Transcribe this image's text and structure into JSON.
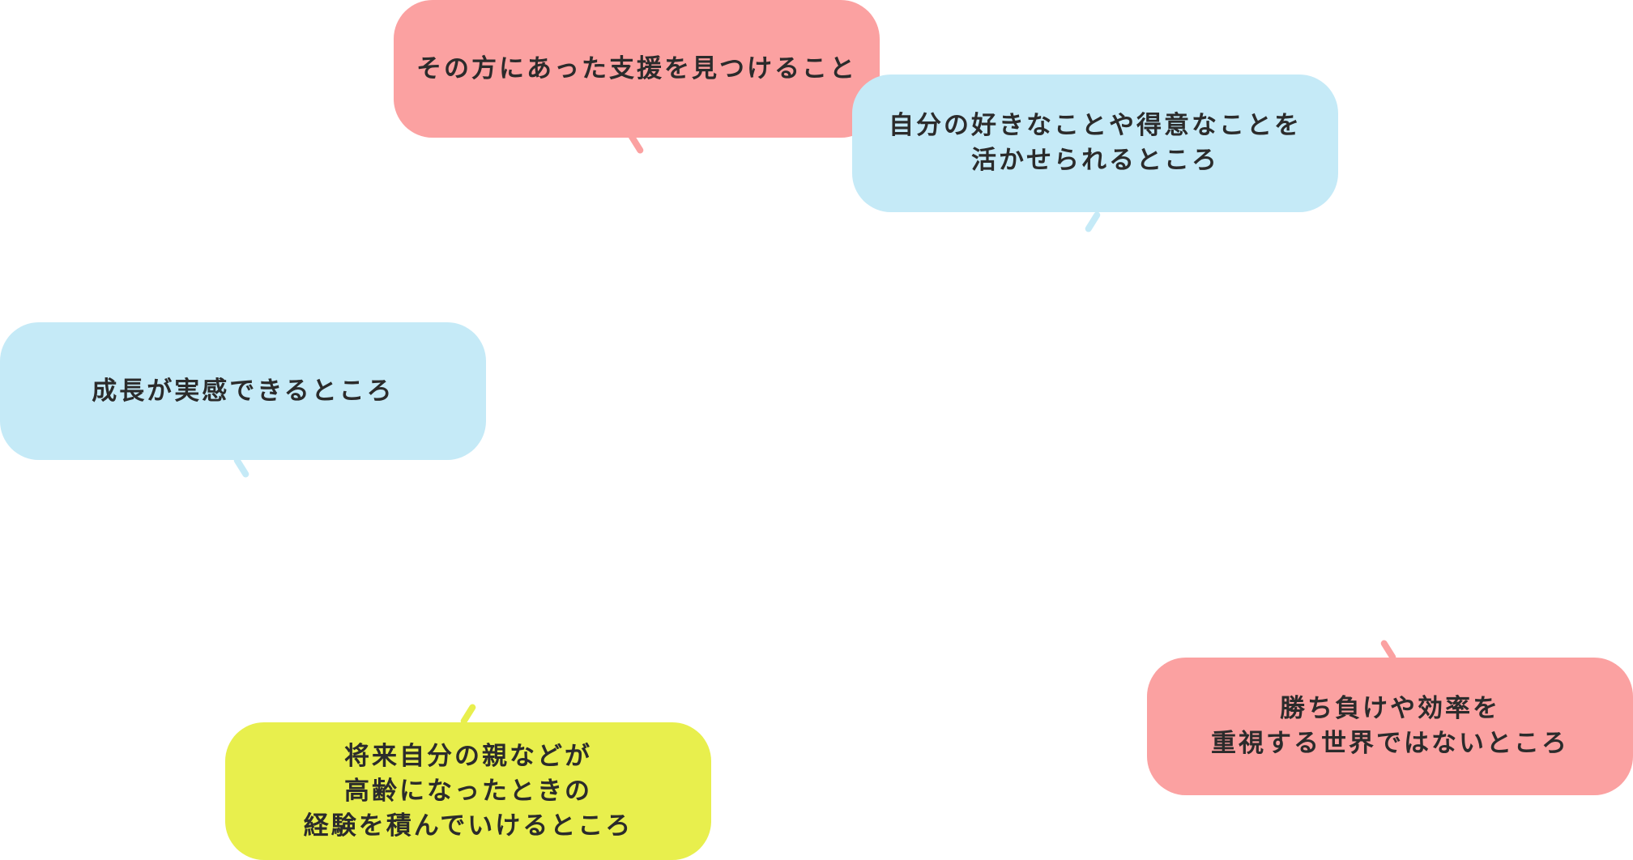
{
  "colors": {
    "pink": "#fba1a1",
    "blue": "#c5eaf7",
    "yellow": "#e8ef4d",
    "text": "#2b2b2b"
  },
  "bubbles": [
    {
      "text": "その方にあった支援を見つけること",
      "color": "pink"
    },
    {
      "text": "自分の好きなことや得意なことを\n活かせられるところ",
      "color": "blue"
    },
    {
      "text": "成長が実感できるところ",
      "color": "blue"
    },
    {
      "text": "将来自分の親などが\n高齢になったときの\n経験を積んでいけるところ",
      "color": "yellow"
    },
    {
      "text": "勝ち負けや効率を\n重視する世界ではないところ",
      "color": "pink"
    }
  ]
}
